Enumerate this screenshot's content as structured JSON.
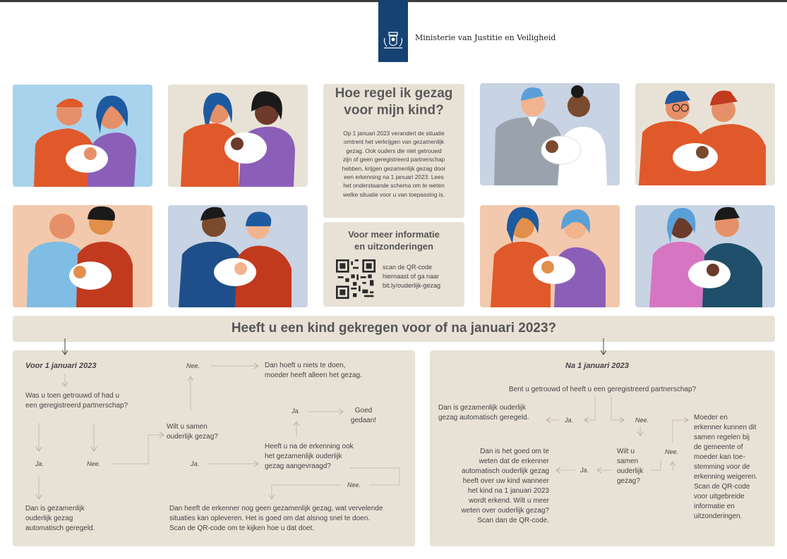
{
  "header": {
    "ministry": "Ministerie van Justitie en Veiligheid"
  },
  "intro": {
    "title_line1": "Hoe regel ik gezag",
    "title_line2": "voor mijn kind?",
    "body": [
      "Op 1 januari 2023 verandert de situatie",
      "omtrent het verkrijgen van gezamenlijk",
      "gezag. Ook ouders die niet getrouwd",
      "zijn of geen geregistreerd partnerschap",
      "hebben, krijgen gezamenlijk gezag door",
      "een erkenning na 1 januari 2023. Lees",
      "het onderstaande schema om te weten",
      "welke situatie voor u van toepassing is."
    ]
  },
  "more_info": {
    "title_line1": "Voor meer informatie",
    "title_line2": "en uitzonderingen",
    "scan": [
      "scan de QR-code",
      "hiernaast of ga naar",
      "bit.ly/ouderlijk-gezag"
    ]
  },
  "question": "Heeft u een kind gekregen voor of na januari 2023?",
  "left_flow": {
    "title": "Voor 1 januari 2023",
    "q_married": [
      "Was u toen getrouwd of had u",
      "een geregistreerd partnerschap?"
    ],
    "ja": "Ja.",
    "nee": "Nee.",
    "result_auto": [
      "Dan is gezamenlijk",
      "ouderlijk gezag",
      "automatisch geregeld."
    ],
    "q_together": [
      "Wilt u samen",
      "ouderlijk gezag?"
    ],
    "ja2": "Ja.",
    "nee2": "Nee.",
    "nothing": [
      "Dan hoeft u niets te doen,",
      "moeder heeft alleen het gezag."
    ],
    "q_requested": [
      "Heeft u na de erkenning ook",
      "het gezamenlijk ouderlijk",
      "gezag aangevraagd?"
    ],
    "ja3": "Ja.",
    "good": [
      "Goed",
      "gedaan!"
    ],
    "nee3": "Nee.",
    "no_gezag": [
      "Dan heeft de erkenner nog geen gezamenlijk gezag, wat vervelende",
      "situaties kan opleveren. Het is goed om dat alsnog snel te doen.",
      "Scan de QR-code om te kijken hoe u dat doet."
    ]
  },
  "right_flow": {
    "title": "Na 1 januari 2023",
    "q_married": "Bent u getrouwd of heeft u een geregistreerd partnerschap?",
    "ja": "Ja.",
    "nee": "Nee.",
    "result_auto": [
      "Dan is gezamenlijk ouderlijk",
      "gezag automatisch geregeld."
    ],
    "q_together": [
      "Wilt u",
      "samen",
      "ouderlijk",
      "gezag?"
    ],
    "ja2": "Ja.",
    "nee2": "Nee.",
    "good_to_know": [
      "Dan is het goed om te",
      "weten dat de erkenner",
      "automatisch ouderlijk gezag",
      "heeft over uw kind wanneer",
      "het kind na 1 januari 2023",
      "wordt erkend. Wilt u meer",
      "weten over ouderlijk gezag?",
      "Scan dan de QR-code."
    ],
    "mother": [
      "Moeder en",
      "erkenner kunnen dit",
      "samen regelen bij",
      "de gemeente of",
      "moeder kan toe-",
      "stemming voor de",
      "erkenning weigeren.",
      "Scan de QR-code",
      "voor uitgebreide",
      "informatie en",
      "uitzonderingen."
    ]
  },
  "colors": {
    "beige": "#e8e2d6",
    "brand_blue": "#154273",
    "orange": "#e0592a",
    "purple": "#8b5fb8",
    "arrow": "#c9bfae"
  }
}
